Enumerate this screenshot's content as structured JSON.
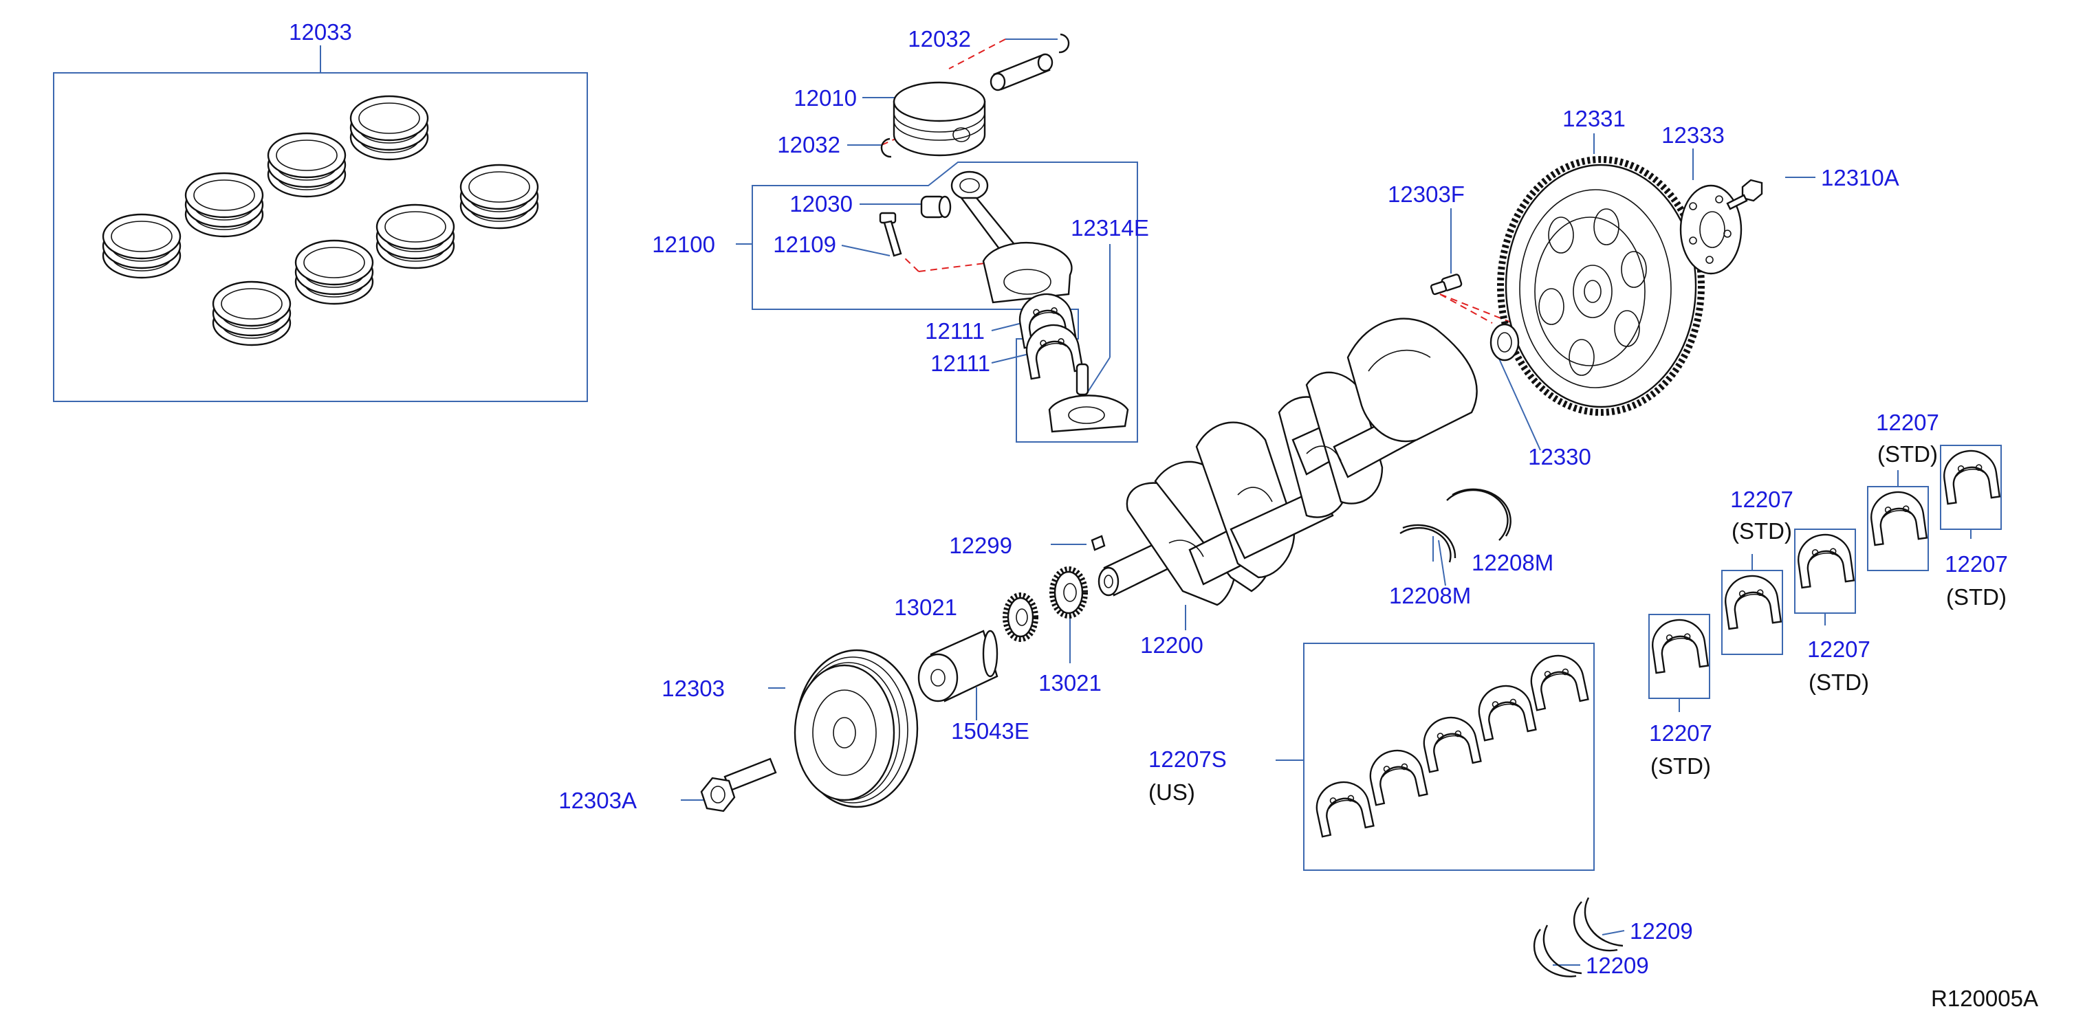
{
  "diagram": {
    "reference_code": "R120005A",
    "colors": {
      "callout_text": "#1a1adc",
      "leader_and_box_lines": "#3c68b0",
      "part_outline": "#111111",
      "alignment_dash": "#e02020"
    },
    "callouts": {
      "ring_set": "12033",
      "snap_ring_top": "12032",
      "piston": "12010",
      "snap_ring_bottom": "12032",
      "rod_assembly": "12100",
      "piston_pin_bushing": "12030",
      "rod_bolt": "12109",
      "rod_cap_dowel": "12314E",
      "rod_bearing_upper": "12111",
      "rod_bearing_lower": "12111",
      "plug_bolt": "12303F",
      "flywheel": "12331",
      "reinforcement_plate": "12333",
      "flywheel_bolt": "12310A",
      "pilot_bushing": "12330",
      "key": "12299",
      "sprocket_inner": "13021",
      "sprocket_outer": "13021",
      "crankshaft": "12200",
      "pulley": "12303",
      "collar": "15043E",
      "pulley_bolt": "12303A",
      "thrust_upper": "12208M",
      "thrust_lower": "12208M",
      "main_bearing_set": "12207S",
      "main_bearing_set_note": "(US)",
      "main_bearing_1": "12207",
      "main_bearing_1_note": "(STD)",
      "main_bearing_2": "12207",
      "main_bearing_2_note": "(STD)",
      "main_bearing_3": "12207",
      "main_bearing_3_note": "(STD)",
      "main_bearing_4": "12207",
      "main_bearing_4_note": "(STD)",
      "main_bearing_5": "12207",
      "main_bearing_5_note": "(STD)",
      "thrust_washer_upper": "12209",
      "thrust_washer_lower": "12209"
    }
  }
}
